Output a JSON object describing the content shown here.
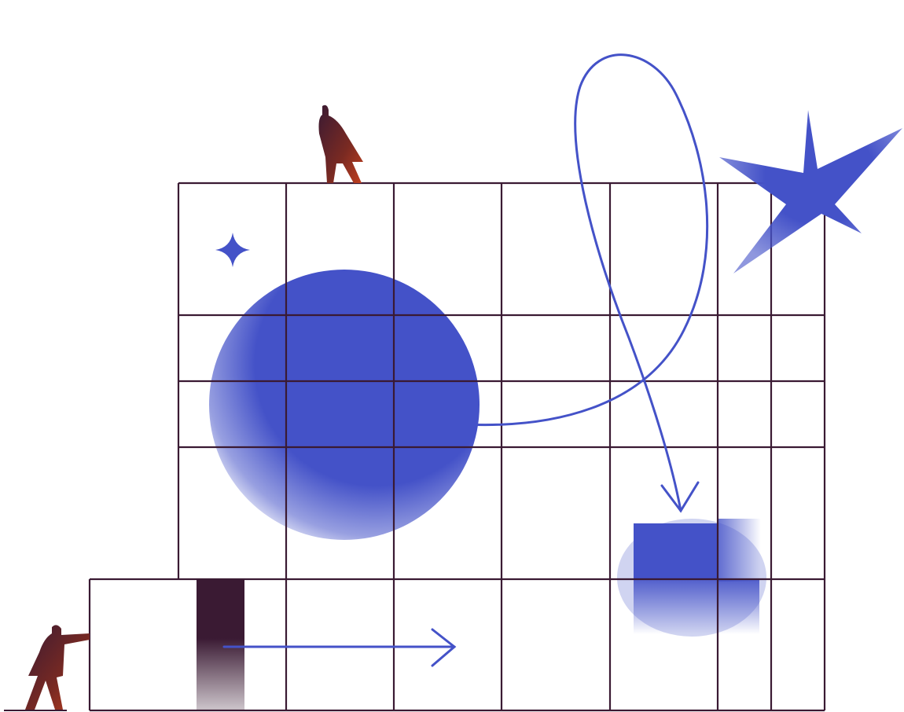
{
  "illustration": {
    "colors": {
      "grid": "#3a1a33",
      "accent": "#4452c8",
      "figure": "#3a1a33",
      "figure_texture": "#c2401f",
      "background": "#ffffff"
    },
    "icons": [
      "person-on-top",
      "person-pushing",
      "circle",
      "square",
      "star",
      "sparkle",
      "loop-arrow",
      "right-arrow"
    ]
  }
}
